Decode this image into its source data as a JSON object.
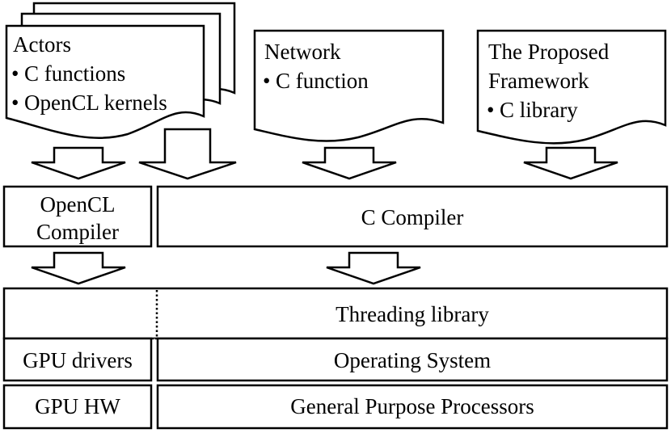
{
  "docs": {
    "actors": {
      "title": "Actors",
      "items": [
        {
          "bullet": "•",
          "text": "C functions"
        },
        {
          "bullet": "•",
          "text": "OpenCL kernels"
        }
      ]
    },
    "network": {
      "title": "Network",
      "items": [
        {
          "bullet": "•",
          "text": "C function"
        }
      ]
    },
    "framework": {
      "title_line1": "The Proposed",
      "title_line2": "Framework",
      "items": [
        {
          "bullet": "•",
          "text": "C library"
        }
      ]
    }
  },
  "compilers": {
    "opencl_line1": "OpenCL",
    "opencl_line2": "Compiler",
    "c": "C Compiler"
  },
  "stack": {
    "threading": "Threading library",
    "gpu_drivers": "GPU drivers",
    "os": "Operating System",
    "gpu_hw": "GPU HW",
    "gpp": "General Purpose Processors"
  },
  "colors": {
    "stroke": "#000000",
    "fill": "#ffffff"
  }
}
